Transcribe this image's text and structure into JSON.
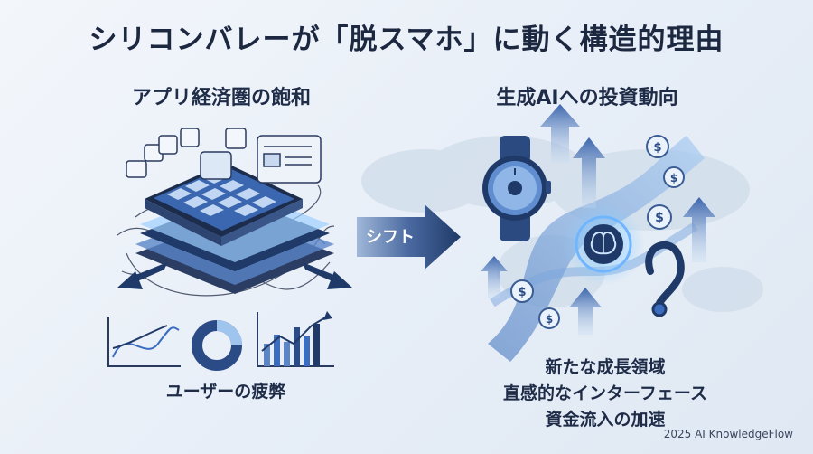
{
  "title": "シリコンバレーが「脱スマホ」に動く構造的理由",
  "left": {
    "heading": "アプリ経済圏の飽和",
    "caption": "ユーザーの疲弊"
  },
  "arrow_label": "シフト",
  "right": {
    "heading": "生成AIへの投資動向",
    "points": [
      "新たな成長領域",
      "直感的なインターフェース",
      "資金流入の加速"
    ]
  },
  "currency_symbol": "$",
  "footer": "2025 AI KnowledgeFlow",
  "colors": {
    "navy": "#1f3a68",
    "blue": "#3a6cc0",
    "light_blue": "#9cc3ee",
    "glow": "#6fb6ff"
  },
  "icons": [
    "smartphone-stack-icon",
    "app-bubble-icon",
    "line-chart-icon",
    "donut-chart-icon",
    "bar-chart-icon",
    "smartwatch-icon",
    "brain-icon",
    "earbud-icon",
    "dollar-coin-icon",
    "up-arrow-icon",
    "shift-arrow-icon",
    "world-map-icon"
  ]
}
